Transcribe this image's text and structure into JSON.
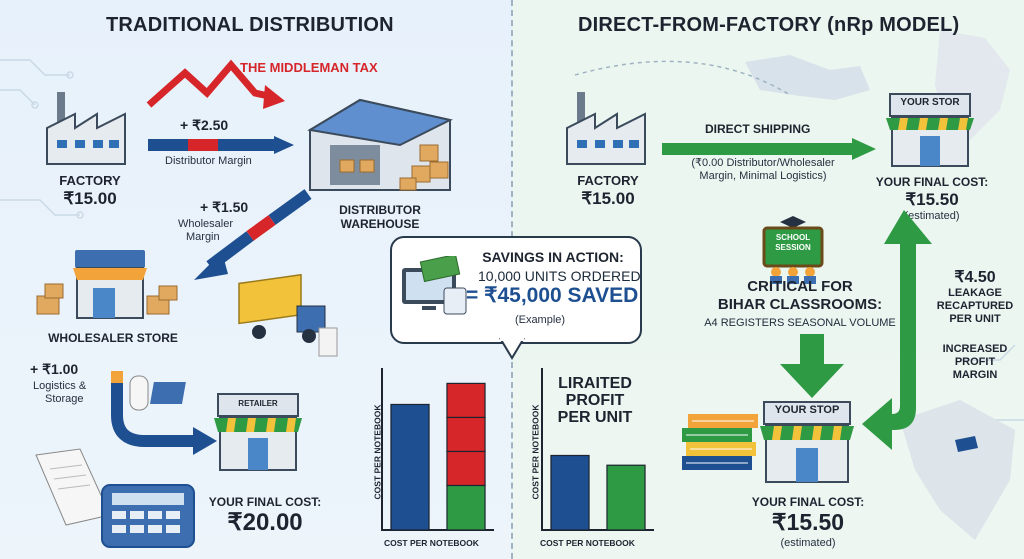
{
  "left": {
    "title": "TRADITIONAL DISTRIBUTION",
    "middleman_tax": "THE MIDDLEMAN TAX",
    "factory_label": "FACTORY",
    "factory_price": "₹15.00",
    "distributor_add": "+ ₹2.50",
    "distributor_margin": "Distributor Margin",
    "warehouse_label_1": "DISTRIBUTOR",
    "warehouse_label_2": "WAREHOUSE",
    "wholesaler_add": "+ ₹1.50",
    "wholesaler_margin_1": "Wholesaler",
    "wholesaler_margin_2": "Margin",
    "wholesaler_store": "WHOLESALER STORE",
    "logistics_add": "+ ₹1.00",
    "logistics_1": "Logistics &",
    "logistics_2": "Storage",
    "retailer_sign": "RETAILER",
    "final_cost_label": "YOUR FINAL COST:",
    "final_cost_value": "₹20.00"
  },
  "right": {
    "title": "DIRECT-FROM-FACTORY (nRp MODEL)",
    "factory_label": "FACTORY",
    "factory_price": "₹15.00",
    "direct_shipping": "DIRECT SHIPPING",
    "direct_note_1": "(₹0.00 Distributor/Wholesaler",
    "direct_note_2": "Margin, Minimal Logistics)",
    "store_sign_top": "YOUR STOR",
    "final_cost_top_label": "YOUR FINAL COST:",
    "final_cost_top_value": "₹15.50",
    "final_cost_top_note": "(estimated)",
    "school_sign_1": "SCHOOL",
    "school_sign_2": "SESSION",
    "critical_1": "CRITICAL FOR",
    "critical_2": "BIHAR CLASSROOMS:",
    "critical_3": "A4 REGISTERS SEASONAL VOLUME",
    "leakage_value": "₹4.50",
    "leakage_1": "LEAKAGE",
    "leakage_2": "RECAPTURED",
    "leakage_3": "PER UNIT",
    "profit_1": "INCREASED",
    "profit_2": "PROFIT",
    "profit_3": "MARGIN",
    "store_sign_bottom": "YOUR STOP",
    "final_cost_bottom_label": "YOUR FINAL COST:",
    "final_cost_bottom_value": "₹15.50",
    "final_cost_bottom_note": "(estimated)"
  },
  "savings": {
    "title": "SAVINGS IN ACTION:",
    "units": "10,000 UNITS ORDERED",
    "saved": "= ₹45,000 SAVED",
    "example": "(Example)"
  },
  "colors": {
    "blue": "#1d4f91",
    "red": "#d6262a",
    "green": "#2f9a44",
    "orange": "#f2a33a"
  },
  "chart_data": [
    {
      "type": "bar",
      "title": "",
      "ylabel": "COST PER NOTEBOOK",
      "xlabel": "COST PER NOTEBOOK",
      "ylim": [
        0,
        20
      ],
      "bars": [
        {
          "segments": [
            {
              "value": 15.5,
              "color": "#1d4f91"
            }
          ]
        },
        {
          "segments": [
            {
              "value": 5.5,
              "color": "#2f9a44"
            },
            {
              "value": 4.2,
              "color": "#d6262a"
            },
            {
              "value": 4.2,
              "color": "#d6262a"
            },
            {
              "value": 4.2,
              "color": "#d6262a"
            }
          ]
        }
      ]
    },
    {
      "type": "bar",
      "title": "LIRAITED PROFIT PER UNIT",
      "title_lines": [
        "LIRAITED",
        "PROFIT",
        "PER UNIT"
      ],
      "ylabel": "COST PER NOTEBOOK",
      "xlabel": "COST PER NOTEBOOK",
      "ylim": [
        0,
        20
      ],
      "bars": [
        {
          "segments": [
            {
              "value": 9.2,
              "color": "#1d4f91"
            }
          ]
        },
        {
          "segments": [
            {
              "value": 8.0,
              "color": "#2f9a44"
            }
          ]
        }
      ]
    }
  ]
}
